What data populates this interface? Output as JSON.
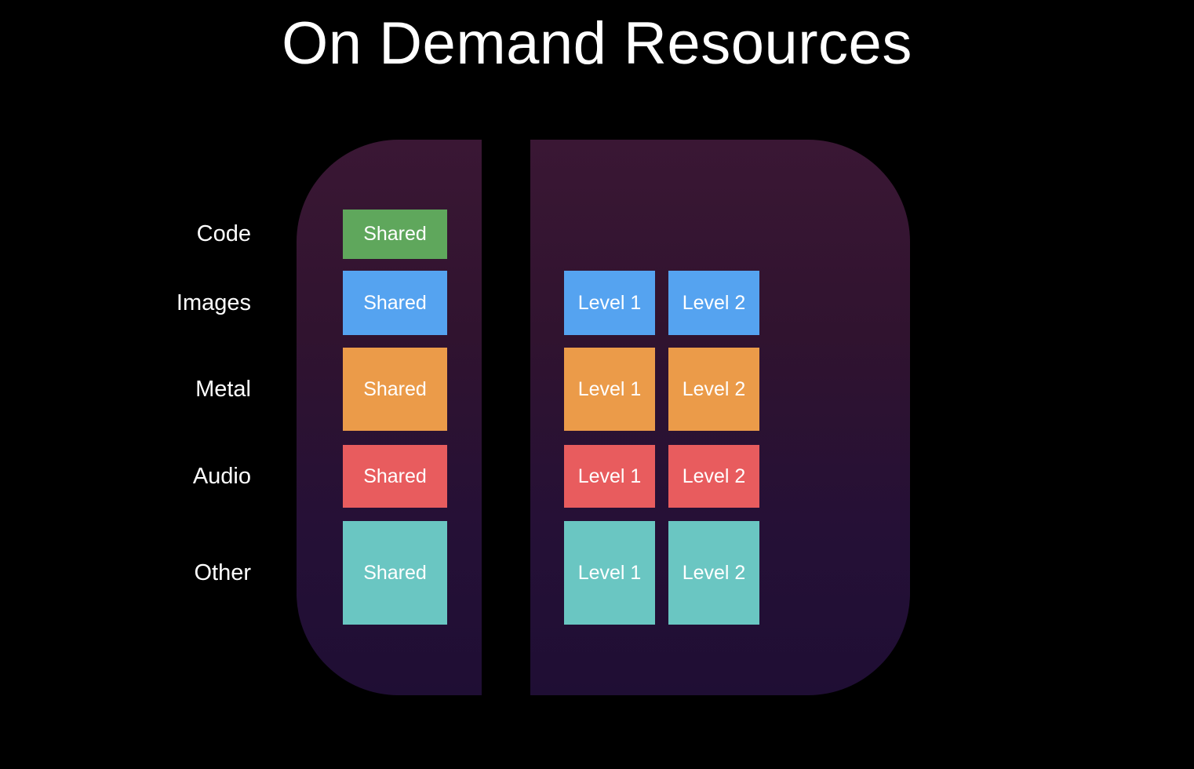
{
  "slide": {
    "title": "On Demand Resources",
    "background_color": "#000000",
    "text_color": "#ffffff"
  },
  "panels": {
    "gradient_top_color": "#3a1734",
    "gradient_bottom_color": "#1f0e34",
    "left_panel": "shared-resources",
    "right_panel": "on-demand-level-packs"
  },
  "diagram": {
    "rows": [
      {
        "label": "Code",
        "color": "#5fa75c",
        "shared": "Shared",
        "levels": []
      },
      {
        "label": "Images",
        "color": "#55a3f0",
        "shared": "Shared",
        "levels": [
          "Level 1",
          "Level 2"
        ]
      },
      {
        "label": "Metal",
        "color": "#eb9b49",
        "shared": "Shared",
        "levels": [
          "Level 1",
          "Level 2"
        ]
      },
      {
        "label": "Audio",
        "color": "#e85c5e",
        "shared": "Shared",
        "levels": [
          "Level 1",
          "Level 2"
        ]
      },
      {
        "label": "Other",
        "color": "#6ac6c2",
        "shared": "Shared",
        "levels": [
          "Level 1",
          "Level 2"
        ]
      }
    ]
  }
}
